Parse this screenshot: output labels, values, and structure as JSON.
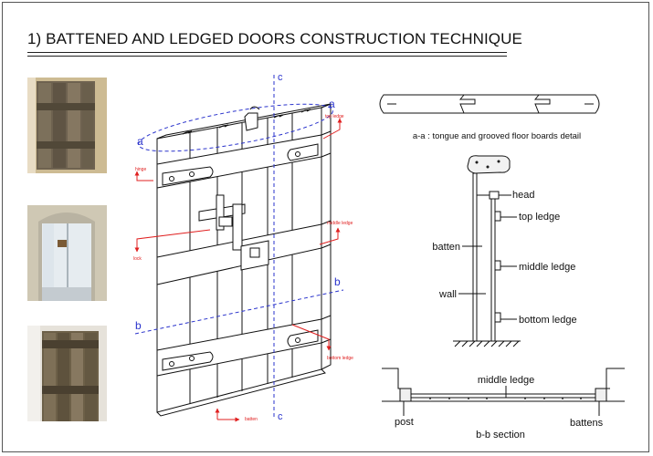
{
  "title": "1) BATTENED AND LEDGED DOORS CONSTRUCTION TECHNIQUE",
  "door": {
    "section_mark_a": "a",
    "section_mark_b": "b",
    "section_mark_c": "c",
    "labels": {
      "top_ledge": "top ledge",
      "hinge": "hinge",
      "middle_ledge": "middle ledge",
      "lock": "lock",
      "bottom_ledge": "bottom ledge",
      "batten": "batten"
    }
  },
  "floorboards": {
    "caption": "a-a : tongue and grooved floor boards detail"
  },
  "side_section": {
    "head": "head",
    "top_ledge": "top ledge",
    "batten": "batten",
    "middle_ledge": "middle ledge",
    "wall": "wall",
    "bottom_ledge": "bottom ledge"
  },
  "plan_section": {
    "middle_ledge": "middle ledge",
    "post": "post",
    "caption": "b-b section",
    "battens": "battens"
  },
  "colors": {
    "annotation": "#e02020",
    "section_line": "#2a33cc",
    "ink": "#111111"
  }
}
